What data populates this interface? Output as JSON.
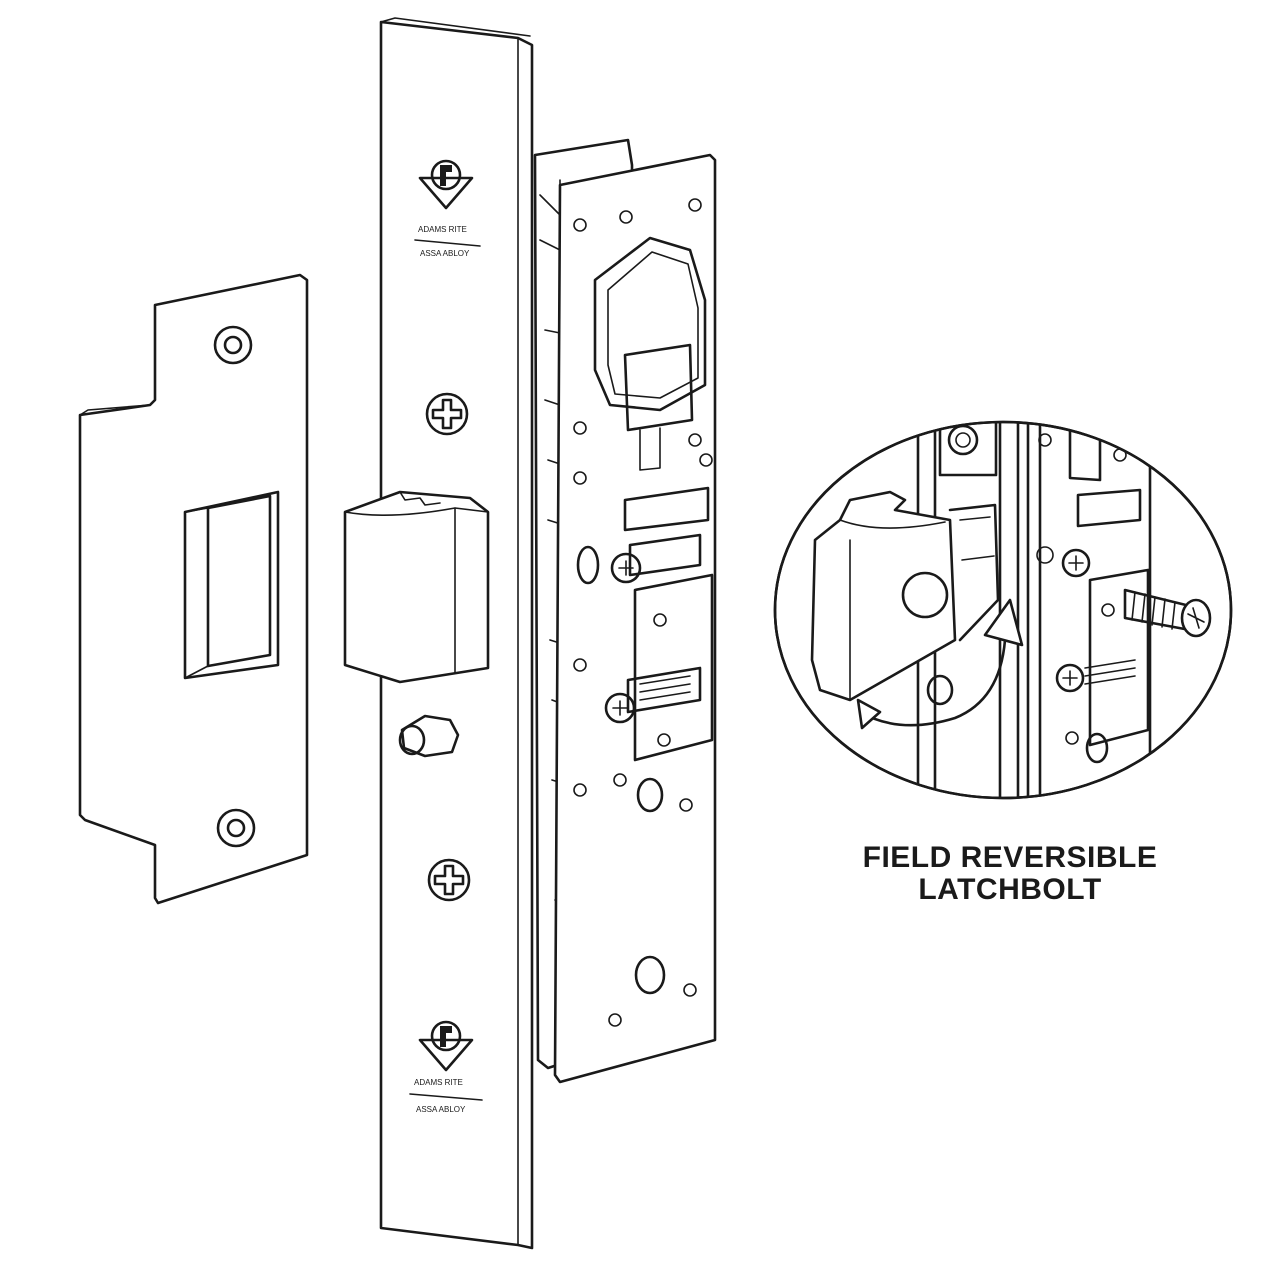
{
  "callout": {
    "line1": "FIELD REVERSIBLE",
    "line2": "LATCHBOLT"
  },
  "faceplate": {
    "brand_top": "ADAMS RITE",
    "parent_top": "ASSA ABLOY",
    "brand_bottom": "ADAMS RITE",
    "parent_bottom": "ASSA ABLOY"
  }
}
